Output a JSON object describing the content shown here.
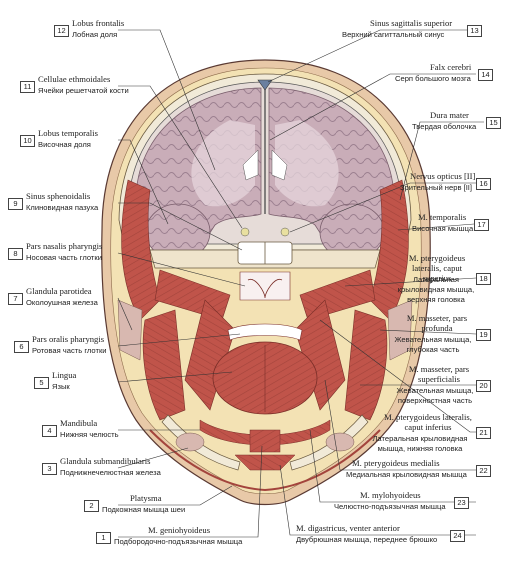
{
  "labels": [
    {
      "n": "1",
      "lat": "M. geniohyoideus",
      "rus": "Подбородочно-подъязычная мышца"
    },
    {
      "n": "2",
      "lat": "Platysma",
      "rus": "Подкожная мышца шеи"
    },
    {
      "n": "3",
      "lat": "Glandula submandibularis",
      "rus": "Поднижнечелюстная железа"
    },
    {
      "n": "4",
      "lat": "Mandibula",
      "rus": "Нижняя челюсть"
    },
    {
      "n": "5",
      "lat": "Lingua",
      "rus": "Язык"
    },
    {
      "n": "6",
      "lat": "Pars oralis pharyngis",
      "rus": "Ротовая часть глотки"
    },
    {
      "n": "7",
      "lat": "Glandula parotidea",
      "rus": "Околоушная железа"
    },
    {
      "n": "8",
      "lat": "Pars nasalis pharyngis",
      "rus": "Носовая часть глотки"
    },
    {
      "n": "9",
      "lat": "Sinus sphenoidalis",
      "rus": "Клиновидная пазуха"
    },
    {
      "n": "10",
      "lat": "Lobus temporalis",
      "rus": "Височная доля"
    },
    {
      "n": "11",
      "lat": "Cellulae ethmoidales",
      "rus": "Ячейки решетчатой кости"
    },
    {
      "n": "12",
      "lat": "Lobus frontalis",
      "rus": "Лобная доля"
    },
    {
      "n": "13",
      "lat": "Sinus sagittalis superior",
      "rus": "Верхний сагиттальный синус"
    },
    {
      "n": "14",
      "lat": "Falx cerebri",
      "rus": "Серп большого мозга"
    },
    {
      "n": "15",
      "lat": "Dura mater",
      "rus": "Твердая оболочка"
    },
    {
      "n": "16",
      "lat": "Nervus opticus [II]",
      "rus": "Зрительный нерв [II]"
    },
    {
      "n": "17",
      "lat": "M. temporalis",
      "rus": "Височная мышца"
    },
    {
      "n": "18",
      "lat": "M. pterygoideus lateralis, caput superius",
      "rus": "Латеральная крыловидная мышца, верхняя головка"
    },
    {
      "n": "19",
      "lat": "M. masseter, pars profunda",
      "rus": "Жевательная мышца, глубокая часть"
    },
    {
      "n": "20",
      "lat": "M. masseter, pars superficialis",
      "rus": "Жевательная мышца, поверхностная часть"
    },
    {
      "n": "21",
      "lat": "M. pterygoideus lateralis, caput inferius",
      "rus": "Латеральная крыловидная мышца, нижняя головка"
    },
    {
      "n": "22",
      "lat": "M. pterygoideus medialis",
      "rus": "Медиальная крыловидная мышца"
    },
    {
      "n": "23",
      "lat": "M. mylohyoideus",
      "rus": "Челюстно-подъязычная мышца"
    },
    {
      "n": "24",
      "lat": "M. digastricus, venter anterior",
      "rus": "Двубрюшная мышца, переднее брюшко"
    }
  ],
  "colors": {
    "brain": "#c9adb8",
    "gyri_line": "#8a6f7c",
    "bone": "#f1ead8",
    "muscle": "#c0544a",
    "muscle_dark": "#9e3b34",
    "fat": "#f3e2b4",
    "skin": "#e8c9a8",
    "cavity": "#ffffff",
    "border": "#5a3a33"
  }
}
